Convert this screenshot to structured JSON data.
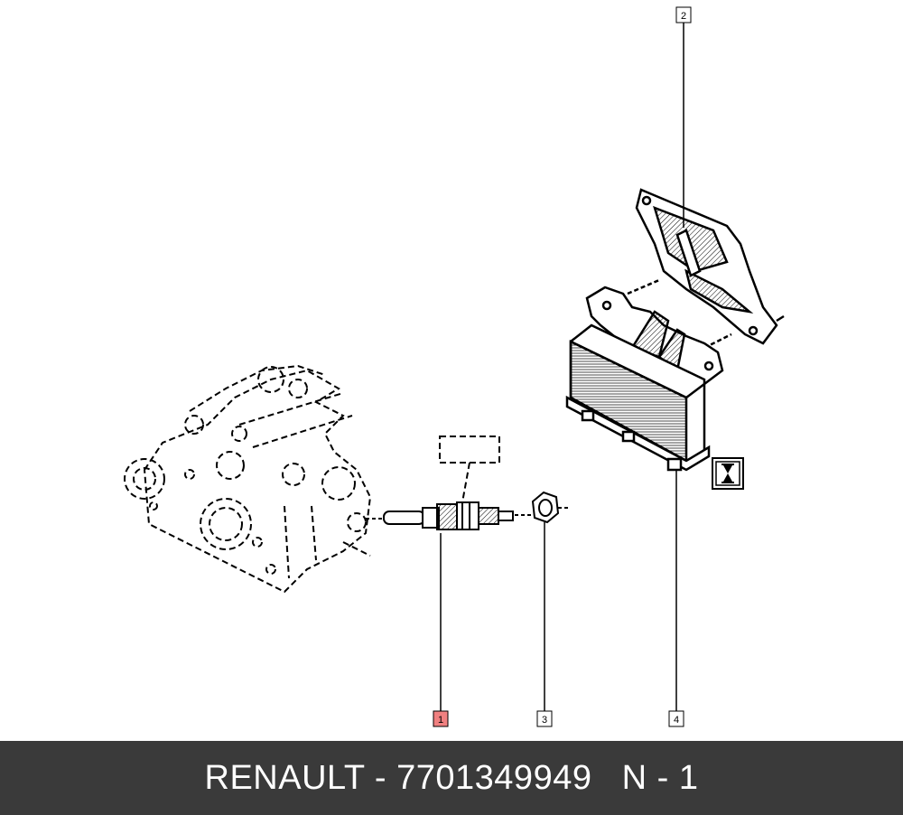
{
  "callouts": [
    {
      "id": "callout-1",
      "label": "1",
      "highlighted": true
    },
    {
      "id": "callout-2",
      "label": "2",
      "highlighted": false
    },
    {
      "id": "callout-3",
      "label": "3",
      "highlighted": false
    },
    {
      "id": "callout-4",
      "label": "4",
      "highlighted": false
    }
  ],
  "icons": {
    "hourglass": "hourglass-icon"
  },
  "colors": {
    "highlight": "#f08080",
    "footer_bg": "#3a3a3a",
    "footer_text": "#ffffff",
    "line": "#000000"
  },
  "footer": {
    "text": "RENAULT - 7701349949   N - 1"
  }
}
